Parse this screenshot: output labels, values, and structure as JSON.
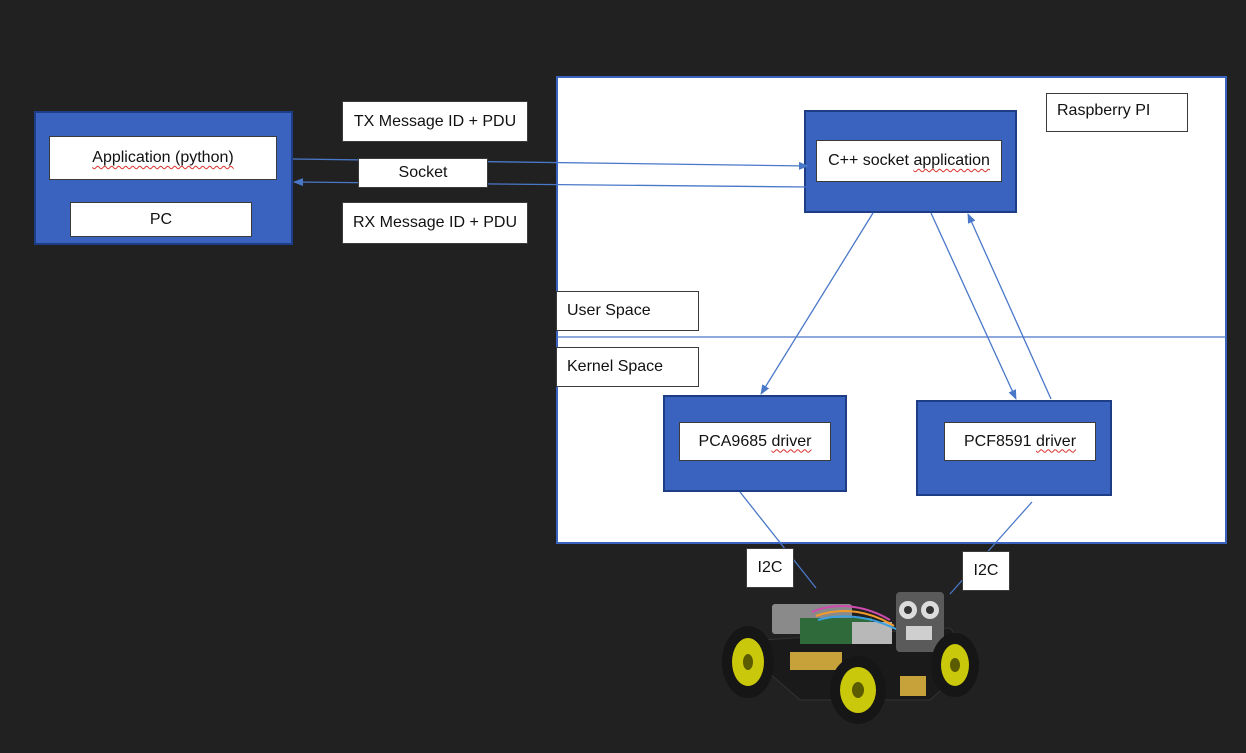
{
  "colors": {
    "background": "#212121",
    "block_blue": "#3a63bf",
    "line_blue": "#4a78c8"
  },
  "pc": {
    "app_label": "Application (python)",
    "pc_label": "PC"
  },
  "link": {
    "tx_label": "TX Message ID + PDU",
    "socket_label": "Socket",
    "rx_label": "RX Message ID + PDU"
  },
  "rpi": {
    "title": "Raspberry PI",
    "cpp_app": "C++ socket application",
    "user_space": "User Space",
    "kernel_space": "Kernel Space",
    "pca_driver": "PCA9685 driver",
    "pcf_driver": "PCF8591 driver"
  },
  "bus": {
    "left_label": "I2C",
    "right_label": "I2C"
  },
  "robot": {
    "icon": "robot-car-icon"
  }
}
